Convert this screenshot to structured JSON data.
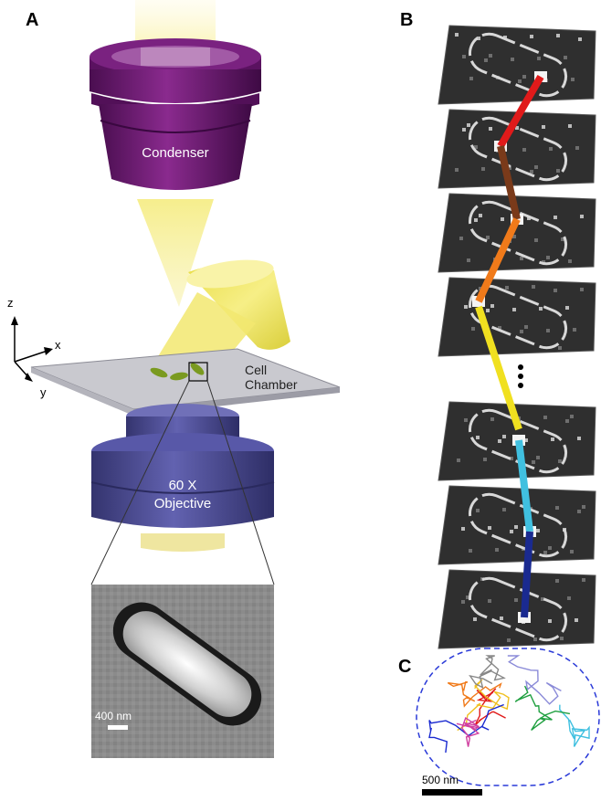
{
  "panels": {
    "a": "A",
    "b": "B",
    "c": "C"
  },
  "microscope": {
    "condenser_label": "Condenser",
    "chamber_label_line1": "Cell",
    "chamber_label_line2": "Chamber",
    "objective_label_line1": "60 X",
    "objective_label_line2": "Objective"
  },
  "axes": {
    "x": "x",
    "y": "y",
    "z": "z"
  },
  "inset": {
    "scalebar": "400 nm"
  },
  "trajectory": {
    "scalebar": "500 nm"
  },
  "colors": {
    "condenser": "#6a1a6e",
    "objective": "#4a4a9a",
    "light": "#f4ec7c",
    "chamber": "#c8c8cc",
    "trajectory_outline": "#2a3ad8",
    "frame_segments": [
      "#e01a1a",
      "#7a3a1a",
      "#f07a1a",
      "#f0e020",
      "#40c0e0",
      "#1a2a90"
    ]
  }
}
